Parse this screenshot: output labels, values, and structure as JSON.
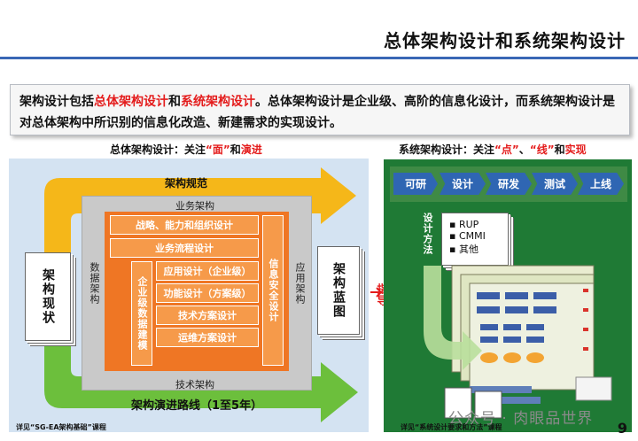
{
  "title": "总体架构设计和系统架构设计",
  "intro": {
    "p1": "架构设计包括",
    "r1": "总体架构设计",
    "p2": "和",
    "r2": "系统架构设计",
    "p3": "。总体架构设计是企业级、高阶的信息化设计，而系统架构设计是对总体架构中所识别的信息化改造、新建需求的实现设计。"
  },
  "left_header": {
    "prefix": "总体架构设计：关注",
    "q1": "“面”",
    "mid": "和",
    "q2": "演进"
  },
  "right_header": {
    "prefix": "系统架构设计：关注",
    "q1": "“点”",
    "sep": "、",
    "q2": "“线”",
    "mid": "和",
    "q3": "实现"
  },
  "left": {
    "arrow_top": "架构规范",
    "arrow_bottom": "架构演进路线（1至5年）",
    "current": "架构现状",
    "blueprint": "架构蓝图",
    "guide": "指导",
    "business_arch": "业务架构",
    "tech_arch": "技术架构",
    "data_arch": "数据架构",
    "app_arch": "应用架构",
    "security": "信息安全设计",
    "strategy": "战略、能力和组织设计",
    "process": "业务流程设计",
    "enterprise_data": "企业级数据建模",
    "app_design": "应用设计（企业级）",
    "func_design": "功能设计（方案级）",
    "tech_solution": "技术方案设计",
    "ops_solution": "运维方案设计",
    "footnote": "详见“SG-EA架构基础”课程"
  },
  "right": {
    "phases": [
      "可研",
      "设计",
      "研发",
      "测试",
      "上线"
    ],
    "method_label": "设计方法",
    "methods": [
      "RUP",
      "CMMI",
      "其他"
    ],
    "footnote": "详见“系统设计要求和方法”课程"
  },
  "page_number": "9",
  "watermark": "公众号 · 肉眼品世界",
  "colors": {
    "accent_blue": "#3a67b5",
    "orange": "#ef7624",
    "green": "#1f7a35",
    "red": "#e41c1c"
  }
}
